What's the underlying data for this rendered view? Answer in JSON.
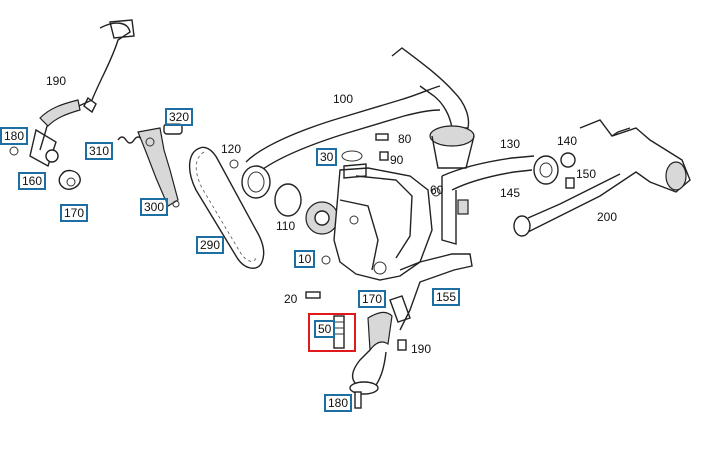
{
  "colors": {
    "callout_box": "#1d6fa3",
    "highlight": "#e01a1a",
    "line": "#222222"
  },
  "labels_plain": [
    {
      "id": "190-top",
      "text": "190"
    },
    {
      "id": "100",
      "text": "100"
    },
    {
      "id": "80",
      "text": "80"
    },
    {
      "id": "90",
      "text": "90"
    },
    {
      "id": "120",
      "text": "120"
    },
    {
      "id": "130",
      "text": "130"
    },
    {
      "id": "140",
      "text": "140"
    },
    {
      "id": "145",
      "text": "145"
    },
    {
      "id": "150",
      "text": "150"
    },
    {
      "id": "60",
      "text": "60"
    },
    {
      "id": "110",
      "text": "110"
    },
    {
      "id": "200",
      "text": "200"
    },
    {
      "id": "20",
      "text": "20"
    },
    {
      "id": "190-bottom",
      "text": "190"
    }
  ],
  "labels_boxed": [
    {
      "id": "180-left",
      "text": "180"
    },
    {
      "id": "160",
      "text": "160"
    },
    {
      "id": "170-left",
      "text": "170"
    },
    {
      "id": "310",
      "text": "310"
    },
    {
      "id": "320",
      "text": "320"
    },
    {
      "id": "300",
      "text": "300"
    },
    {
      "id": "290",
      "text": "290"
    },
    {
      "id": "30",
      "text": "30"
    },
    {
      "id": "10",
      "text": "10"
    },
    {
      "id": "170-center",
      "text": "170"
    },
    {
      "id": "155",
      "text": "155"
    },
    {
      "id": "50",
      "text": "50"
    },
    {
      "id": "180-bottom",
      "text": "180"
    }
  ],
  "highlighted_part": "50"
}
